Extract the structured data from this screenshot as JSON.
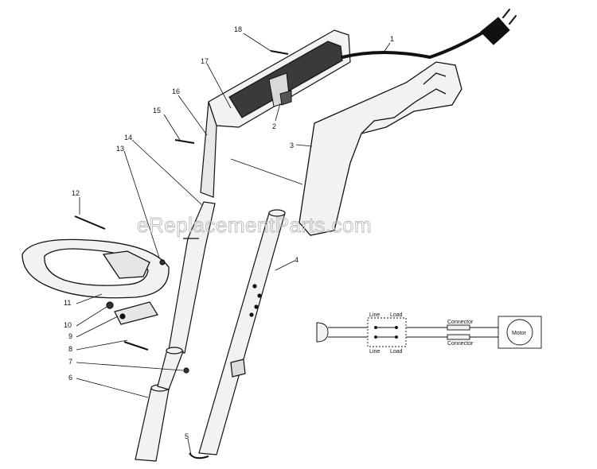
{
  "watermark": "eReplacementParts.com",
  "callouts": [
    "1",
    "2",
    "3",
    "4",
    "5",
    "6",
    "7",
    "8",
    "9",
    "10",
    "11",
    "12",
    "13",
    "14",
    "15",
    "16",
    "17",
    "18"
  ],
  "wiring": {
    "line_top": "Line",
    "load_top": "Load",
    "line_bottom": "Line",
    "load_bottom": "Load",
    "connector_top": "Connector",
    "connector_bottom": "Connector",
    "motor": "Motor"
  },
  "colors": {
    "ink": "#111111",
    "part_fill": "#f2f2f2",
    "shadow": "#2a2a2a",
    "watermark": "#b8b8b8"
  }
}
